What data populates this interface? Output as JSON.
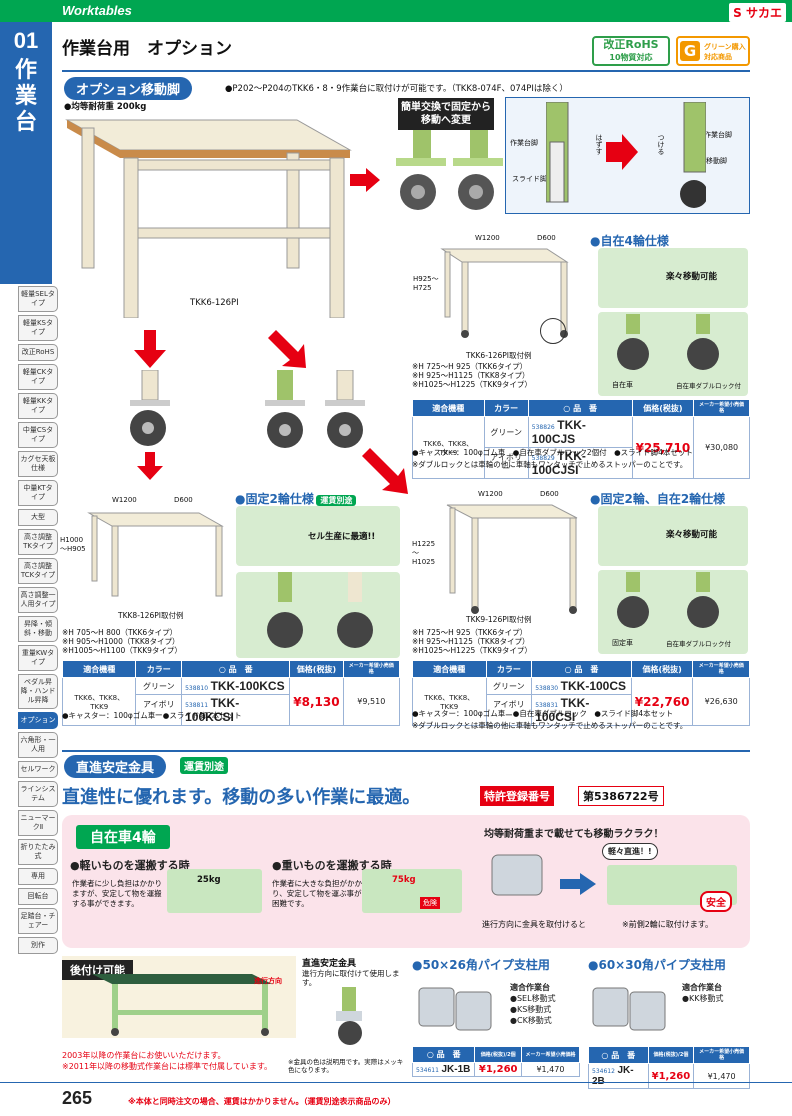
{
  "header": {
    "series": "Worktables",
    "brand": "サカエ",
    "title": "作業台用　オプション",
    "rohs": {
      "line1": "改正RoHS",
      "line2": "10物質対応"
    },
    "green": {
      "icon": "G",
      "text": "グリーン購入対応商品"
    }
  },
  "sidebar": {
    "number": "01",
    "category": "作業台",
    "tabs": [
      "軽量SELタイプ",
      "軽量KSタイプ",
      "改正RoHS",
      "軽量CKタイプ",
      "軽量KKタイプ",
      "中量CSタイプ",
      "カグセ天板仕様",
      "中量KTタイプ",
      "大型",
      "高さ調整TKタイプ",
      "高さ調整TCKタイプ",
      "高さ調整一人用タイプ",
      "昇降・傾斜・移動",
      "重量KWタイプ",
      "ペダル昇降・ハンドル昇降",
      "オプション",
      "六角形・一人用",
      "セルワーク",
      "ラインシステム",
      "ニューマークⅡ",
      "折りたたみ式",
      "専用",
      "回転台",
      "足踏台・チェアー",
      "別作"
    ],
    "active_tab": "オプション"
  },
  "section1": {
    "label": "オプション移動脚",
    "note": "●P202～P204のTKK6・8・9作業台に取付けが可能です。（TKK8-074F、074PIは除く）",
    "load": "●均等耐荷重 200kg",
    "main_model": "TKK6-126PI",
    "callout": "簡単交換で固定から移動へ変更",
    "diagram": {
      "label1": "作業台脚",
      "label2": "スライド脚",
      "label3": "作業台脚",
      "label4": "移動脚",
      "remove": "はずす",
      "attach": "つける"
    }
  },
  "free4": {
    "heading": "●自在4輪仕様",
    "dims": {
      "w": "W1200",
      "d": "D600",
      "h": "H925～H725"
    },
    "example": "TKK6-126PI取付例",
    "easy": "楽々移動可能",
    "caster1": "自在車",
    "caster2": "自在車ダブルロック付",
    "heights": [
      "※H 725～H 925（TKK6タイプ）",
      "※H 925～H1125（TKK8タイプ）",
      "※H1025～H1225（TKK9タイプ）"
    ],
    "headers": [
      "適合機種",
      "カラー",
      "○ 品　番",
      "価格(税抜)",
      "メーカー希望小売価格"
    ],
    "models": "TKK6、TKK8、TKK9",
    "rows": [
      {
        "color": "グリーン",
        "code": "538826",
        "pn": "TKK-100CJS"
      },
      {
        "color": "アイボリー",
        "code": "538829",
        "pn": "TKK-100CJSI"
      }
    ],
    "price": "¥25,710",
    "list": "¥30,080",
    "notes": [
      "●キャスター：100φゴム車　●自在車ダブルロック2個付　●スライド脚4本セット",
      "※ダブルロックとは車輪の他に車軸もワンタッチで止めるストッパーのことです。"
    ]
  },
  "fixed2": {
    "heading": "●固定2輪仕様",
    "tag": "運賃別途",
    "dims": {
      "w": "W1200",
      "d": "D600",
      "h": "H1000～H905"
    },
    "example": "TKK8-126PI取付例",
    "cell": "セル生産に最適!!",
    "heights": [
      "※H 705～H 800（TKK6タイプ）",
      "※H 905～H1000（TKK8タイプ）",
      "※H1005～H1100（TKK9タイプ）"
    ],
    "headers": [
      "適合機種",
      "カラー",
      "○ 品　番",
      "価格(税抜)",
      "メーカー希望小売価格"
    ],
    "models": "TKK6、TKK8、TKK9",
    "rows": [
      {
        "color": "グリーン",
        "code": "538810",
        "pn": "TKK-100KCS"
      },
      {
        "color": "アイボリー",
        "code": "538811",
        "pn": "TKK-100KCSI"
      }
    ],
    "price": "¥8,130",
    "list": "¥9,510",
    "notes": [
      "●キャスター：100φゴム車　●スライド脚2本セット"
    ]
  },
  "fixfree": {
    "heading": "●固定2輪、自在2輪仕様",
    "dims": {
      "w": "W1200",
      "d": "D600",
      "h": "H1225～H1025"
    },
    "example": "TKK9-126PI取付例",
    "easy": "楽々移動可能",
    "caster1": "固定車",
    "caster2": "自在車ダブルロック付",
    "heights": [
      "※H 725～H 925（TKK6タイプ）",
      "※H 925～H1125（TKK8タイプ）",
      "※H1025～H1225（TKK9タイプ）"
    ],
    "headers": [
      "適合機種",
      "カラー",
      "○ 品　番",
      "価格(税抜)",
      "メーカー希望小売価格"
    ],
    "models": "TKK6、TKK8、TKK9",
    "rows": [
      {
        "color": "グリーン",
        "code": "538830",
        "pn": "TKK-100CS"
      },
      {
        "color": "アイボリー",
        "code": "538831",
        "pn": "TKK-100CSI"
      }
    ],
    "price": "¥22,760",
    "list": "¥26,630",
    "notes": [
      "●キャスター：100φゴム車　●自在車ダブルロック　●スライド脚4本セット",
      "※ダブルロックとは車輪の他に車軸もワンタッチで止めるストッパーのことです。"
    ]
  },
  "section2": {
    "label": "直進安定金具",
    "tag": "運賃別途",
    "headline": "直進性に優れます。移動の多い作業に最適。",
    "patent_label": "特許登録番号",
    "patent_no": "第5386722号",
    "pink": {
      "tag": "自在車4輪",
      "light_h": "●軽いものを運搬する時",
      "light_t": "作業者に少し負担はかかりますが、安定して物を運搬する事ができます。",
      "light_w": "25kg",
      "heavy_h": "●重いものを運搬する時",
      "heavy_t": "作業者に大きな負担がかかり、安定して物を運ぶ事が困難です。",
      "heavy_w": "75kg",
      "danger": "危険",
      "right_h": "均等耐荷重まで載せても移動ラクラク！",
      "easy": "軽々直進！!",
      "mount": "進行方向に金具を取付けると",
      "front": "※前側2輪に取付けます。",
      "safe": "安全"
    },
    "retro": {
      "label": "後付け可能",
      "dir": "進行方向",
      "note1": "2003年以降の作業台にお使いいただけます。",
      "note2": "※2011年以降の移動式作業台には標準で付属しています。"
    },
    "bracket": {
      "title": "直進安定金具",
      "desc": "進行方向に取付けて使用します。",
      "note": "※金具の色は説明用です。実際はメッキ色になります。"
    },
    "p50": {
      "heading": "●50×26角パイプ支柱用",
      "fit_h": "適合作業台",
      "fits": [
        "●SEL移動式",
        "●KS移動式",
        "●CK移動式"
      ],
      "headers": [
        "○ 品　番",
        "価格(税抜)/2個",
        "メーカー希望小売価格"
      ],
      "code": "534611",
      "pn": "JK-1B",
      "price": "¥1,260",
      "list": "¥1,470"
    },
    "p60": {
      "heading": "●60×30角パイプ支柱用",
      "fit_h": "適合作業台",
      "fits": [
        "●KK移動式"
      ],
      "headers": [
        "○ 品　番",
        "価格(税抜)/2個",
        "メーカー希望小売価格"
      ],
      "code": "534612",
      "pn": "JK-2B",
      "price": "¥1,260",
      "list": "¥1,470"
    }
  },
  "footer": {
    "page": "265",
    "note": "※本体と同時注文の場合、運賃はかかりません。（運賃別途表示商品のみ）"
  },
  "colors": {
    "green": "#00a651",
    "blue": "#2566b0",
    "red": "#e60012",
    "table": "#f2ecd8"
  }
}
